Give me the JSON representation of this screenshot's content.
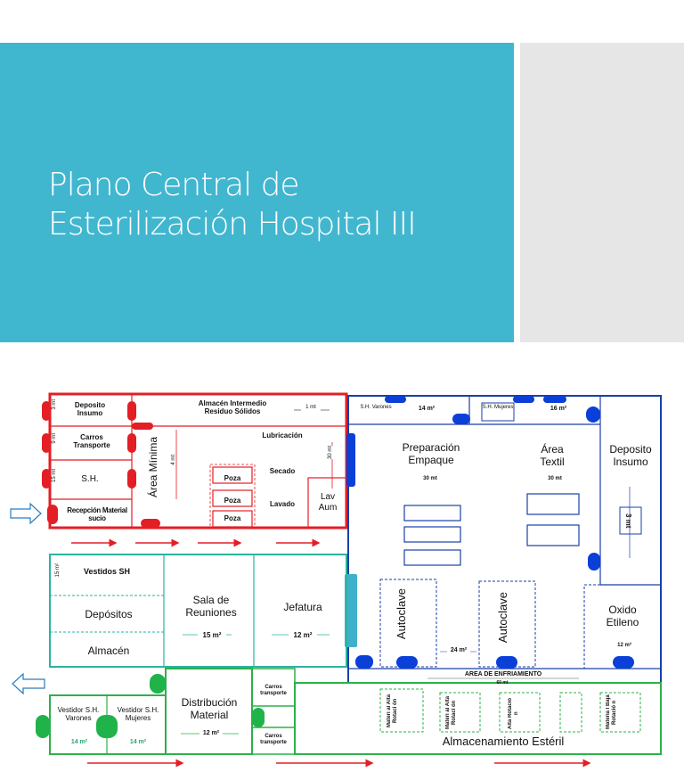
{
  "slide": {
    "title_line1": "Plano Central de",
    "title_line2": "Esterilización Hospital III",
    "banner_color": "#41b6cf",
    "gray_color": "#e6e6e6"
  },
  "colors": {
    "dirty_zone": "#e31e24",
    "clean_zone": "#1a3fa8",
    "admin_zone": "#2bb3a0",
    "sterile_zone": "#2db04a",
    "door_blue": "#0a3fd8",
    "door_red": "#e31e24",
    "door_green": "#1fb34a"
  },
  "red_zone": {
    "deposito": "Deposito Insumo",
    "deposito_dim": "3 mt",
    "carros": "Carros Transporte",
    "carros_dim": "9 mt",
    "sh": "S.H.",
    "sh_dim": "15 mt",
    "recepcion": "Recepción Material sucio",
    "area_minima": "Área Mínima",
    "area_minima_dim": "4 mt",
    "almacen": "Almacén Intermedio Residuo Sólidos",
    "almacen_dim": "1 mt",
    "lubricacion": "Lubricación",
    "secado": "Secado",
    "lavado": "Lavado",
    "poza": [
      "Poza",
      "Poza",
      "Poza"
    ],
    "lav_aum": "Lav Aum",
    "lav_dim": "30 mt"
  },
  "blue_zone": {
    "sh_varones": "S.H. Varones",
    "sh_varones_dim": "14 m²",
    "sh_mujeres": "S.H. Mujeres",
    "sh_mujeres_dim": "16 m²",
    "preparacion": "Preparación Empaque",
    "preparacion_dim": "30 mt",
    "textil": "Área Textil",
    "textil_dim": "30 mt",
    "deposito": "Deposito Insumo",
    "deposito_dim": "3 mt",
    "autoclave1": "Autoclave",
    "autoclave2": "Autoclave",
    "autoclave_dim": "24 m²",
    "oxido": "Oxido Etileno",
    "oxido_dim": "12 m²",
    "enfriamiento": "AREA DE ENFRIAMIENTO",
    "enfriamiento_dim": "60 mt"
  },
  "admin_zone": {
    "vestidos": "Vestidos SH",
    "vestidos_dim": "15 m²",
    "depositos": "Depósitos",
    "almacen": "Almacén",
    "sala": "Sala de Reuniones",
    "sala_dim": "15 m²",
    "jefatura": "Jefatura",
    "jefatura_dim": "12 m²"
  },
  "sterile_zone": {
    "vestidor_varones": "Vestidor S.H. Varones",
    "vestidor_varones_dim": "14 m²",
    "vestidor_mujeres": "Vestidor S.H. Mujeres",
    "vestidor_mujeres_dim": "14 m²",
    "distribucion": "Distribución Material",
    "distribucion_dim": "12 m²",
    "carros1": "Carros transporte",
    "carros2": "Carros transporte",
    "almacenamiento": "Almacenamiento Estéril",
    "racks": [
      "Materi al Alta Rotaci ón",
      "Materi al Alta Rotaci ón",
      "Alta Rotació n",
      "",
      "Materia l Baja Rotació n"
    ]
  }
}
